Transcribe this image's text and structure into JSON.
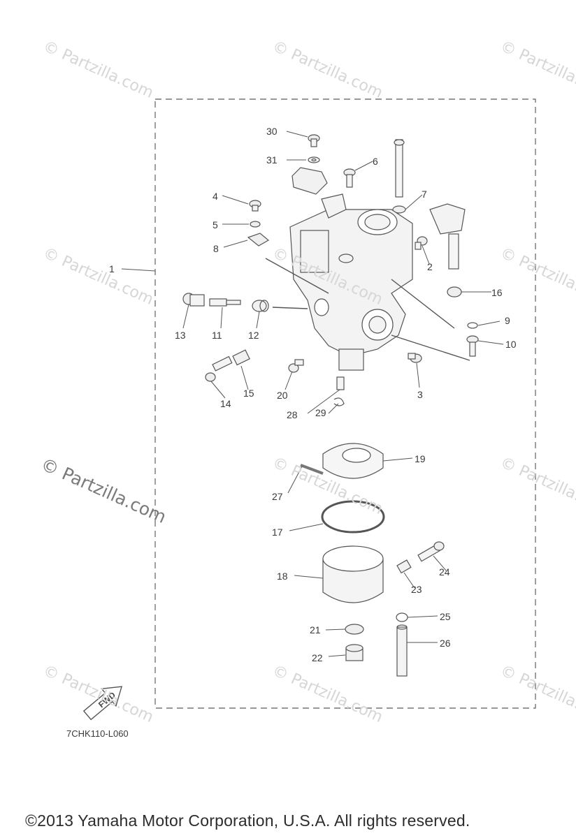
{
  "watermarks": [
    "© Partzilla.com",
    "© Partzilla.com",
    "© Partzilla.com",
    "© Partzilla.com",
    "© Partzilla.com",
    "© Partzilla.com",
    "© Partzilla.com",
    "© Partzilla.com",
    "© Partzilla.com",
    "© Partzilla.com",
    "© Partzilla.com",
    "© Partzilla.com"
  ],
  "callouts": [
    "1",
    "2",
    "3",
    "4",
    "5",
    "6",
    "7",
    "8",
    "9",
    "10",
    "11",
    "12",
    "13",
    "14",
    "15",
    "16",
    "17",
    "18",
    "19",
    "20",
    "21",
    "22",
    "23",
    "24",
    "25",
    "26",
    "27",
    "28",
    "29",
    "30",
    "31"
  ],
  "fwd_label": "FWD",
  "drawing_code": "7CHK110-L060",
  "copyright": "©2013  Yamaha Motor Corporation, U.S.A. All rights reserved."
}
